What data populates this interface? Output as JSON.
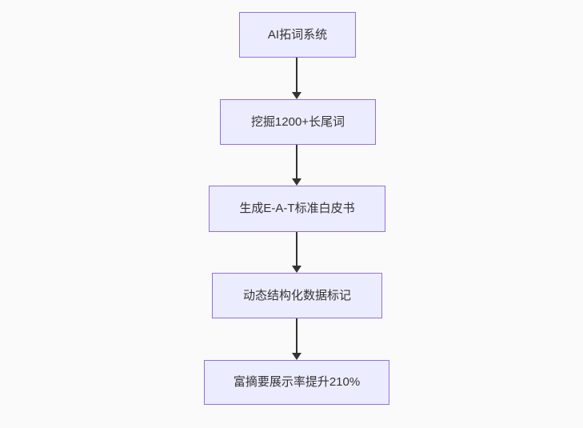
{
  "flowchart": {
    "direction": "top-down",
    "nodes": [
      {
        "id": "n0",
        "label": "AI拓词系统"
      },
      {
        "id": "n1",
        "label": "挖掘1200+长尾词"
      },
      {
        "id": "n2",
        "label": "生成E-A-T标准白皮书"
      },
      {
        "id": "n3",
        "label": "动态结构化数据标记"
      },
      {
        "id": "n4",
        "label": "富摘要展示率提升210%"
      }
    ],
    "edges": [
      {
        "from": "n0",
        "to": "n1"
      },
      {
        "from": "n1",
        "to": "n2"
      },
      {
        "from": "n2",
        "to": "n3"
      },
      {
        "from": "n3",
        "to": "n4"
      }
    ],
    "colors": {
      "background": "#fafafa",
      "node_fill": "#ECECFF",
      "node_border": "#9370DB",
      "node_text": "#333333",
      "arrow": "#333333"
    }
  }
}
